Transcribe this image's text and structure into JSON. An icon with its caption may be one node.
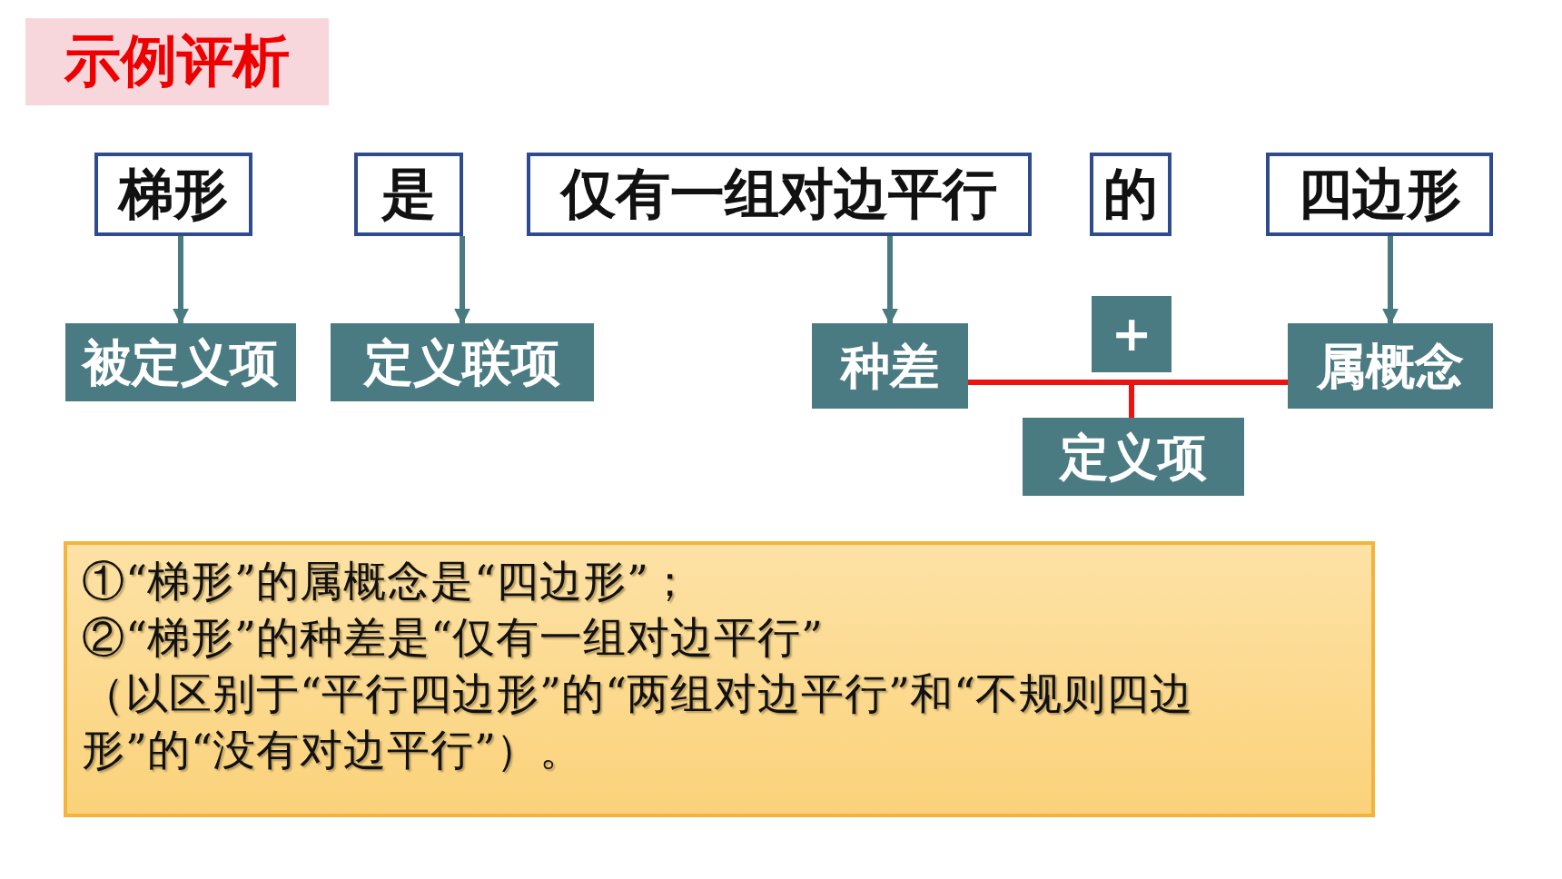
{
  "diagram": {
    "title": "示例评析",
    "nodes": [
      {
        "text": [
          "梯形"
        ]
      },
      {
        "text": [
          "是"
        ]
      },
      {
        "text": [
          "仅有一组对边平行"
        ]
      },
      {
        "text": [
          "的"
        ]
      },
      {
        "text": [
          "四边形"
        ]
      },
      {
        "text": [
          "被定义项"
        ]
      },
      {
        "text": [
          "定义联项"
        ]
      },
      {
        "text": [
          "种差"
        ]
      },
      {
        "text": [
          "属概念"
        ]
      },
      {
        "text": [
          "+"
        ]
      },
      {
        "text": [
          "定义项"
        ]
      },
      {
        "text": [
          "①“梯形”的属概念是“四边形”；",
          "②“梯形”的种差是“仅有一组对边平行”",
          "（以区别于“平行四边形”的“两组对边平行”和“不规则四边形”的“没有对边平行”）。"
        ]
      }
    ],
    "edges": [
      {
        "from": 0,
        "to": 5,
        "arrow": "to"
      },
      {
        "from": 1,
        "to": 6,
        "arrow": "to"
      },
      {
        "from": 2,
        "to": 7,
        "arrow": "to"
      },
      {
        "from": 4,
        "to": 8,
        "arrow": "to"
      },
      {
        "from": 7,
        "to": 10,
        "arrow": "none",
        "color": "#ee1111"
      },
      {
        "from": 8,
        "to": 10,
        "arrow": "none",
        "color": "#ee1111"
      }
    ]
  }
}
